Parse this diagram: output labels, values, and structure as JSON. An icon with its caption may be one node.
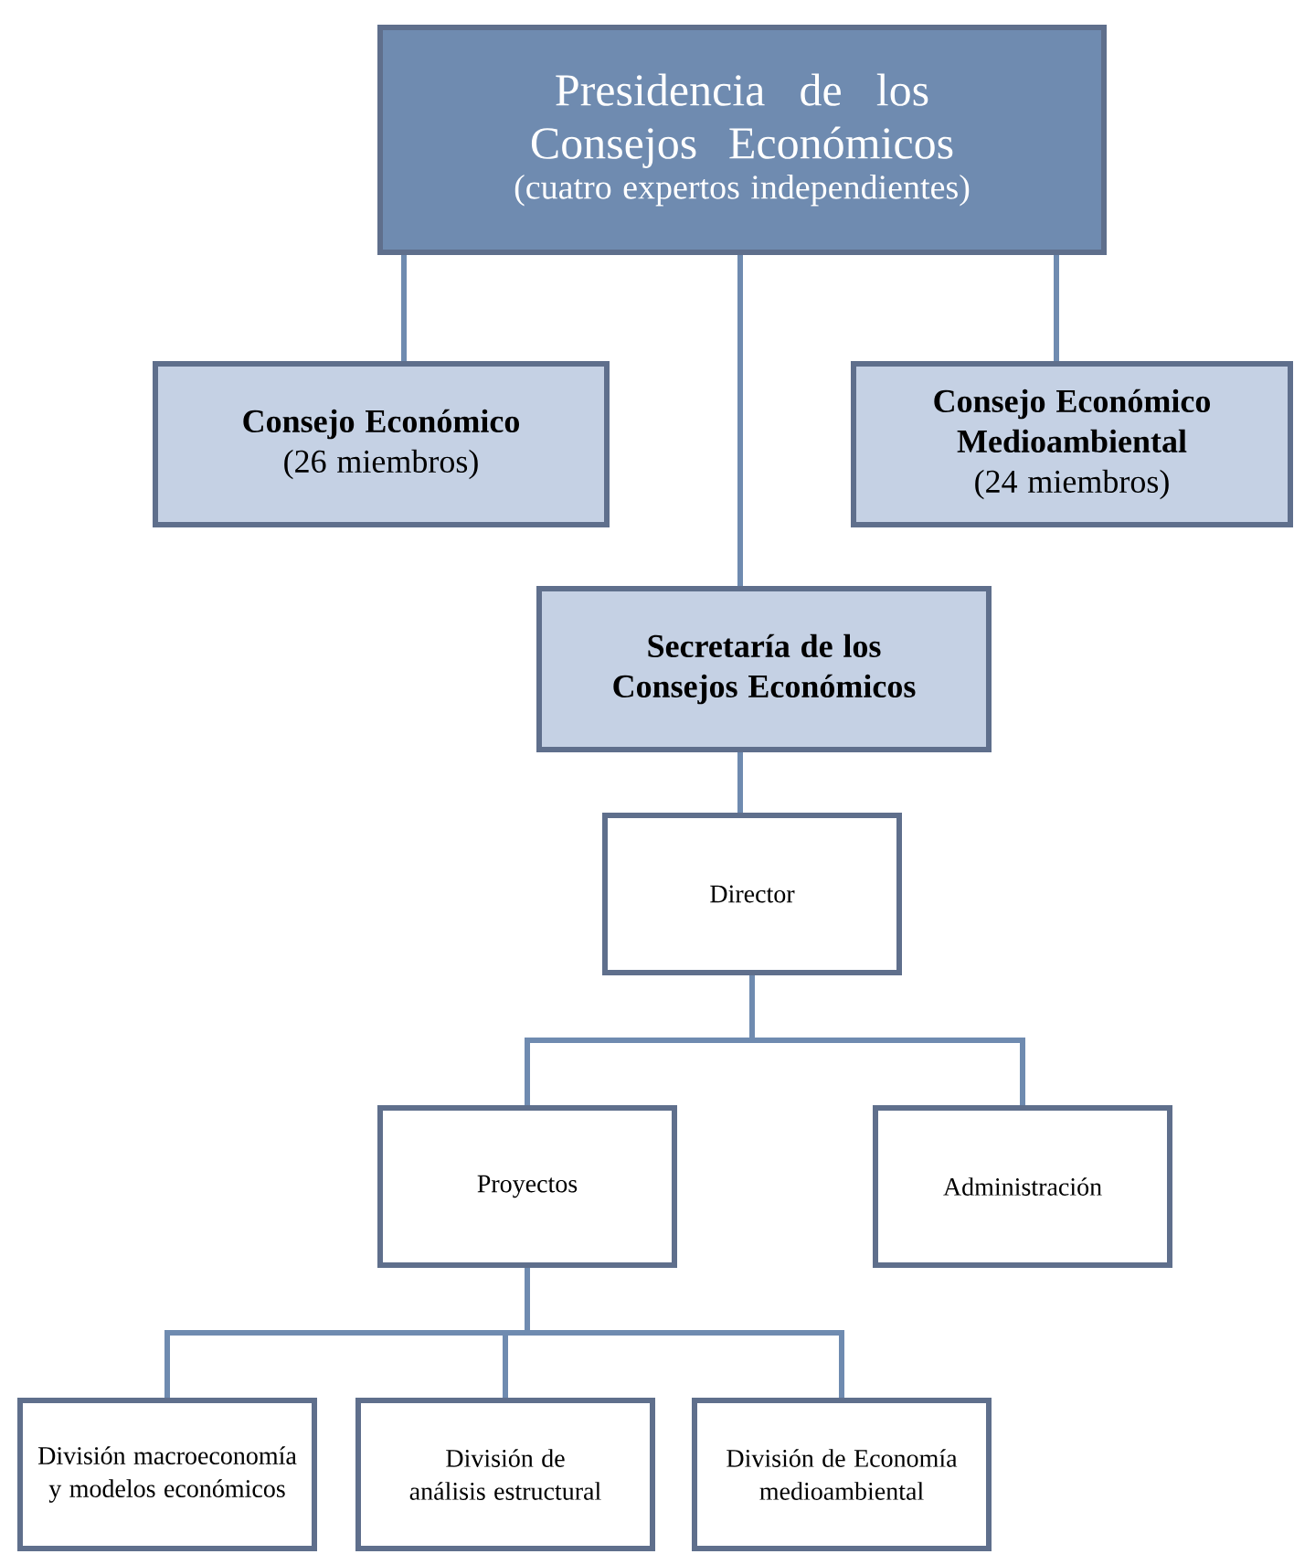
{
  "diagram": {
    "nodes": [
      {
        "text": [
          "Presidencia de los Consejos Económicos",
          "(cuatro expertos independientes)"
        ]
      },
      {
        "text": [
          "Consejo Económico",
          "(26 miembros)"
        ]
      },
      {
        "text": [
          "Consejo Económico Medioambiental",
          "(24 miembros)"
        ]
      },
      {
        "text": [
          "Secretaría de los Consejos Económicos"
        ]
      },
      {
        "text": [
          "Director"
        ]
      },
      {
        "text": [
          "Proyectos"
        ]
      },
      {
        "text": [
          "Administración"
        ]
      },
      {
        "text": [
          "División macroeconomía y modelos económicos"
        ]
      },
      {
        "text": [
          "División de análisis estructural"
        ]
      },
      {
        "text": [
          "División de Economía medioambiental"
        ]
      }
    ],
    "edges": [
      {
        "from": 0,
        "to": 1,
        "arrow": "none"
      },
      {
        "from": 0,
        "to": 2,
        "arrow": "none"
      },
      {
        "from": 0,
        "to": 3,
        "arrow": "none"
      },
      {
        "from": 3,
        "to": 4,
        "arrow": "none"
      },
      {
        "from": 4,
        "to": 5,
        "arrow": "none"
      },
      {
        "from": 4,
        "to": 6,
        "arrow": "none"
      },
      {
        "from": 5,
        "to": 7,
        "arrow": "none"
      },
      {
        "from": 5,
        "to": 8,
        "arrow": "none"
      },
      {
        "from": 5,
        "to": 9,
        "arrow": "none"
      }
    ]
  }
}
